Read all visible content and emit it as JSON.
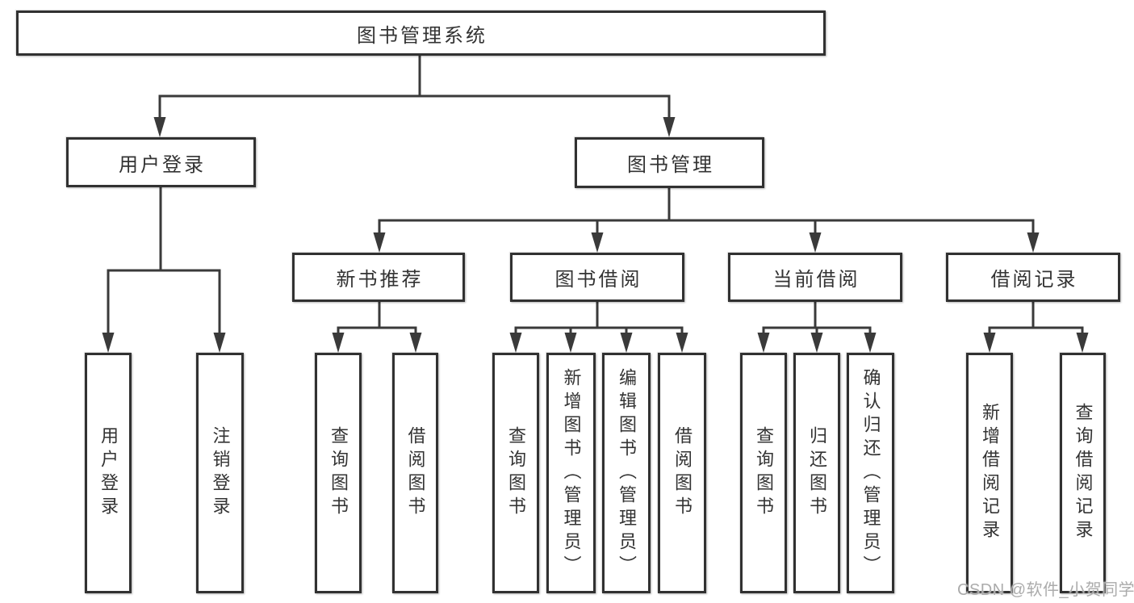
{
  "diagram": {
    "tree": {
      "id": "root",
      "label": "图书管理系统",
      "children": [
        {
          "id": "user-login",
          "label": "用户登录",
          "children": [
            {
              "id": "login-action",
              "label": "用户登录"
            },
            {
              "id": "logout-action",
              "label": "注销登录"
            }
          ]
        },
        {
          "id": "book-mgmt",
          "label": "图书管理",
          "children": [
            {
              "id": "new-book-rec",
              "label": "新书推荐",
              "children": [
                {
                  "id": "nbr-query-books",
                  "label": "查询图书"
                },
                {
                  "id": "nbr-borrow-books",
                  "label": "借阅图书"
                }
              ]
            },
            {
              "id": "book-borrow",
              "label": "图书借阅",
              "children": [
                {
                  "id": "bb-query-books",
                  "label": "查询图书"
                },
                {
                  "id": "bb-add-books",
                  "label": "新增图书（管理员）"
                },
                {
                  "id": "bb-edit-books",
                  "label": "编辑图书（管理员）"
                },
                {
                  "id": "bb-borrow-books",
                  "label": "借阅图书"
                }
              ]
            },
            {
              "id": "current-borrow",
              "label": "当前借阅",
              "children": [
                {
                  "id": "cb-query-books",
                  "label": "查询图书"
                },
                {
                  "id": "cb-return-books",
                  "label": "归还图书"
                },
                {
                  "id": "cb-confirm-return",
                  "label": "确认归还（管理员）"
                }
              ]
            },
            {
              "id": "borrow-records",
              "label": "借阅记录",
              "children": [
                {
                  "id": "br-add-record",
                  "label": "新增借阅记录"
                },
                {
                  "id": "br-query-record",
                  "label": "查询借阅记录"
                }
              ]
            }
          ]
        }
      ]
    }
  },
  "watermark": {
    "text": "CSDN @软件_小贺同学"
  },
  "colors": {
    "line": "#3a3a3a",
    "box_border": "#313131",
    "text": "#333333",
    "watermark": "#ababab",
    "background": "#ffffff"
  }
}
